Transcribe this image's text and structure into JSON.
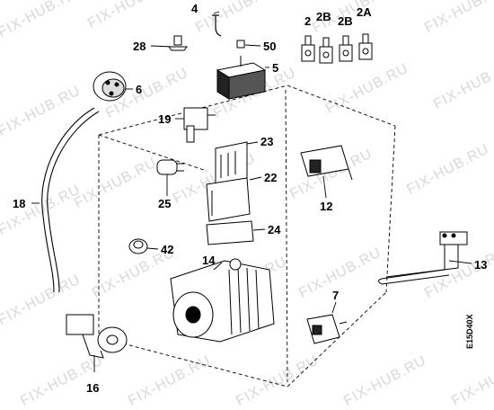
{
  "diagram": {
    "drawing_code": "E15D40X",
    "watermark": "FIX-HUB.RU",
    "labels": {
      "p4": "4",
      "p2": "2",
      "p2b1": "2B",
      "p2b2": "2B",
      "p2a": "2A",
      "p28": "28",
      "p50": "50",
      "p5": "5",
      "p6": "6",
      "p19": "19",
      "p23": "23",
      "p22": "22",
      "p25": "25",
      "p12": "12",
      "p18": "18",
      "p24": "24",
      "p42": "42",
      "p14": "14",
      "p13": "13",
      "p7": "7",
      "p16": "16"
    }
  }
}
